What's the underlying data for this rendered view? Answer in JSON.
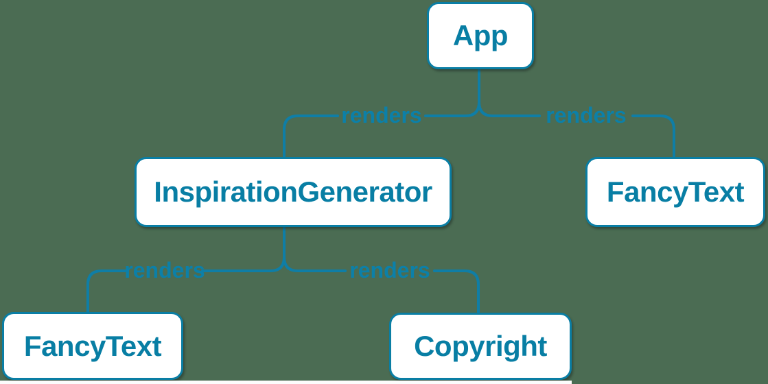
{
  "diagram": {
    "background_color": "#4B6C53",
    "accent_color": "#087EA4",
    "node_fill_color": "#FFFFFF",
    "edge_color": "#0F7EA6",
    "nodes": [
      {
        "id": "app",
        "label": "App"
      },
      {
        "id": "inspiration-generator",
        "label": "InspirationGenerator"
      },
      {
        "id": "fancy-text-top",
        "label": "FancyText"
      },
      {
        "id": "fancy-text-bottom",
        "label": "FancyText"
      },
      {
        "id": "copyright",
        "label": "Copyright"
      }
    ],
    "edges": [
      {
        "from": "App",
        "to": "InspirationGenerator",
        "label": "renders"
      },
      {
        "from": "App",
        "to": "FancyText",
        "label": "renders"
      },
      {
        "from": "InspirationGenerator",
        "to": "FancyText",
        "label": "renders"
      },
      {
        "from": "InspirationGenerator",
        "to": "Copyright",
        "label": "renders"
      }
    ]
  }
}
